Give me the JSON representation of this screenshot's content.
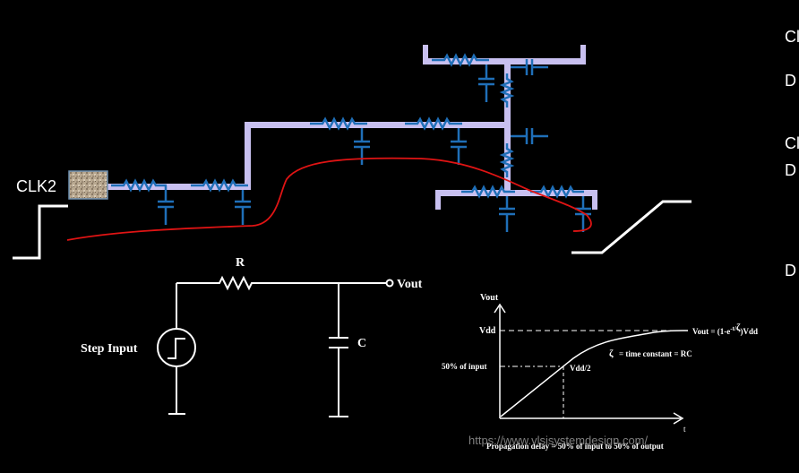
{
  "labels": {
    "clk2": "CLK2",
    "right_fragments": [
      "Cl",
      "D",
      "Cl",
      "D",
      "D"
    ]
  },
  "rc_circuit": {
    "resistor": "R",
    "output": "Vout",
    "capacitor": "C",
    "source": "Step Input"
  },
  "response_graph": {
    "y_axis": "Vout",
    "x_axis": "t",
    "vdd": "Vdd",
    "half_level": "50% of input",
    "half_point": "Vdd/2",
    "equation_prefix": "Vout = (1-e",
    "equation_exp": "-t/",
    "equation_tau": "ζ",
    "equation_suffix": ")Vdd",
    "tau_symbol": "ζ",
    "tau_text": "= time constant = RC",
    "caption": "Propagation delay = 50% of input to 50% of output"
  },
  "watermark": "https://www.vlsisystemdesign.com/",
  "colors": {
    "background": "#000000",
    "wire": "#c8c0f0",
    "rc_element": "#1f6fb8",
    "delay_curve": "#e01414",
    "schematic": "#ffffff"
  }
}
